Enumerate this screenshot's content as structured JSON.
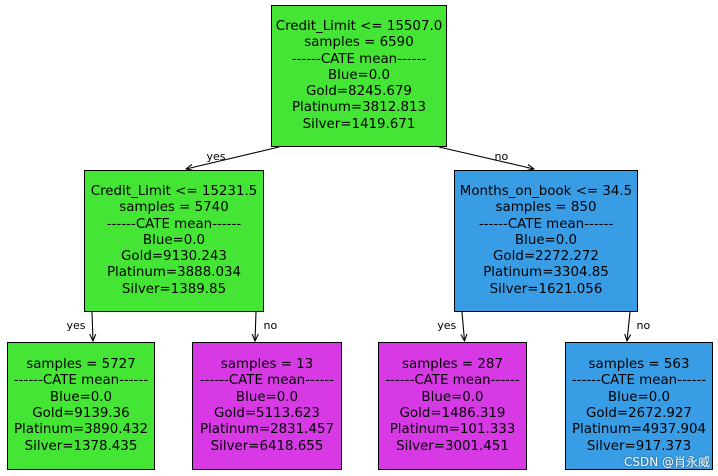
{
  "colors": {
    "green": "#44e534",
    "blue": "#399de5",
    "magenta": "#d739e5"
  },
  "tree": {
    "nodes": [
      {
        "id": "root",
        "color": "green",
        "lines": [
          "Credit_Limit <= 15507.0",
          "samples = 6590",
          "------CATE mean------",
          "Blue=0.0",
          "Gold=8245.679",
          "Platinum=3812.813",
          "Silver=1419.671"
        ]
      },
      {
        "id": "left",
        "color": "green",
        "lines": [
          "Credit_Limit <= 15231.5",
          "samples = 5740",
          "------CATE mean------",
          "Blue=0.0",
          "Gold=9130.243",
          "Platinum=3888.034",
          "Silver=1389.85"
        ]
      },
      {
        "id": "right",
        "color": "blue",
        "lines": [
          "Months_on_book <= 34.5",
          "samples = 850",
          "------CATE mean------",
          "Blue=0.0",
          "Gold=2272.272",
          "Platinum=3304.85",
          "Silver=1621.056"
        ]
      },
      {
        "id": "leaf-1",
        "color": "green",
        "lines": [
          "samples = 5727",
          "------CATE mean------",
          "Blue=0.0",
          "Gold=9139.36",
          "Platinum=3890.432",
          "Silver=1378.435"
        ]
      },
      {
        "id": "leaf-2",
        "color": "magenta",
        "lines": [
          "samples = 13",
          "------CATE mean------",
          "Blue=0.0",
          "Gold=5113.623",
          "Platinum=2831.457",
          "Silver=6418.655"
        ]
      },
      {
        "id": "leaf-3",
        "color": "magenta",
        "lines": [
          "samples = 287",
          "------CATE mean------",
          "Blue=0.0",
          "Gold=1486.319",
          "Platinum=101.333",
          "Silver=3001.451"
        ]
      },
      {
        "id": "leaf-4",
        "color": "blue",
        "lines": [
          "samples = 563",
          "------CATE mean------",
          "Blue=0.0",
          "Gold=2672.927",
          "Platinum=4937.904",
          "Silver=917.373"
        ]
      }
    ],
    "edges": [
      {
        "from": "root",
        "to": "left",
        "label": "yes"
      },
      {
        "from": "root",
        "to": "right",
        "label": "no"
      },
      {
        "from": "left",
        "to": "leaf-1",
        "label": "yes"
      },
      {
        "from": "left",
        "to": "leaf-2",
        "label": "no"
      },
      {
        "from": "right",
        "to": "leaf-3",
        "label": "yes"
      },
      {
        "from": "right",
        "to": "leaf-4",
        "label": "no"
      }
    ]
  },
  "watermark": "CSDN @肖永威"
}
